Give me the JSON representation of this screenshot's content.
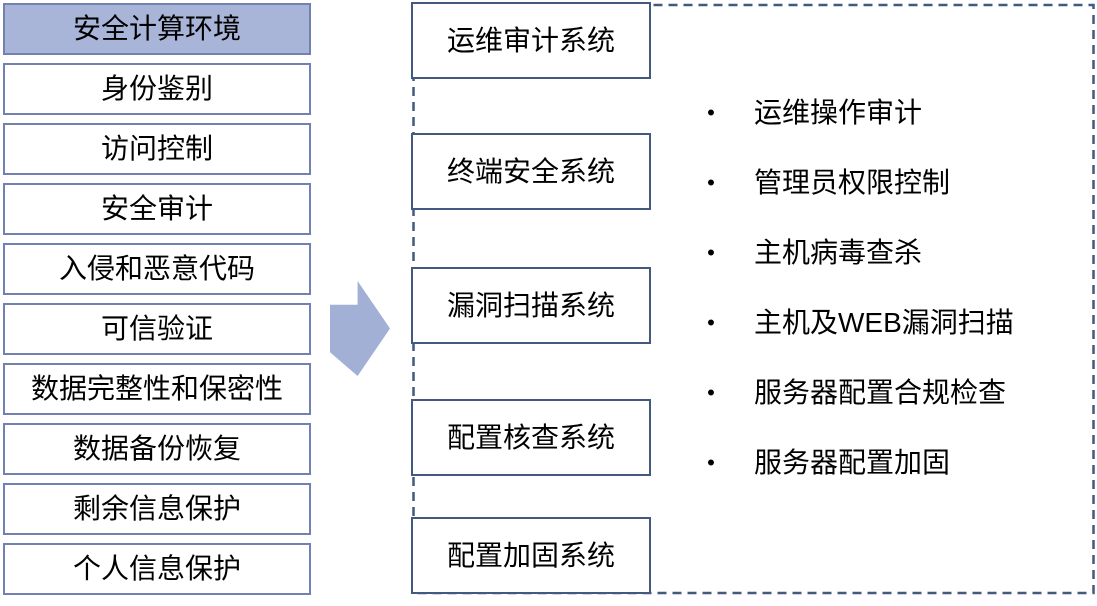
{
  "diagram": {
    "left_panel": {
      "header": "安全计算环境",
      "items": [
        "身份鉴别",
        "访问控制",
        "安全审计",
        "入侵和恶意代码",
        "可信验证",
        "数据完整性和保密性",
        "数据备份恢复",
        "剩余信息保护",
        "个人信息保护"
      ]
    },
    "arrow": {
      "icon": "right-block-arrow"
    },
    "systems": [
      "运维审计系统",
      "终端安全系统",
      "漏洞扫描系统",
      "配置核查系统",
      "配置加固系统"
    ],
    "capabilities": [
      "运维操作审计",
      "管理员权限控制",
      "主机病毒查杀",
      "主机及WEB漏洞扫描",
      "服务器配置合规检查",
      "服务器配置加固"
    ],
    "bullet_glyph": "•",
    "colors": {
      "header_fill": "#A9B5D8",
      "panel_border": "#7380B2",
      "system_border": "#44597F",
      "dashed_border": "#44597F",
      "arrow_fill": "#A3B0D6",
      "text": "#000000"
    }
  }
}
